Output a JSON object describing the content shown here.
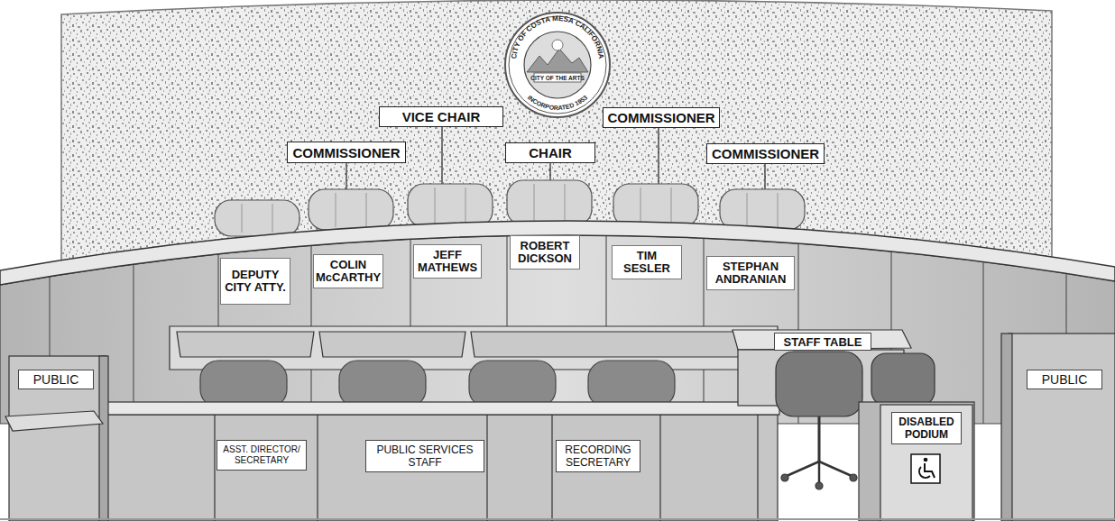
{
  "diagram": {
    "nodes": [
      {
        "text": [
          "COMMISSIONER"
        ]
      },
      {
        "text": [
          "VICE CHAIR"
        ]
      },
      {
        "text": [
          "CHAIR"
        ]
      },
      {
        "text": [
          "COMMISSIONER"
        ]
      },
      {
        "text": [
          "COMMISSIONER"
        ]
      },
      {
        "text": [
          "DEPUTY CITY ATTY."
        ]
      },
      {
        "text": [
          "COLIN McCARTHY"
        ]
      },
      {
        "text": [
          "JEFF MATHEWS"
        ]
      },
      {
        "text": [
          "ROBERT DICKSON"
        ]
      },
      {
        "text": [
          "TIM SESLER"
        ]
      },
      {
        "text": [
          "STEPHAN ANDRANIAN"
        ]
      },
      {
        "text": [
          "PUBLIC"
        ]
      },
      {
        "text": [
          "STAFF TABLE"
        ]
      },
      {
        "text": [
          "PUBLIC"
        ]
      },
      {
        "text": [
          "ASST. DIRECTOR/ SECRETARY"
        ]
      },
      {
        "text": [
          "PUBLIC SERVICES STAFF"
        ]
      },
      {
        "text": [
          "RECORDING SECRETARY"
        ]
      },
      {
        "text": [
          "DISABLED PODIUM"
        ]
      }
    ],
    "labels": [
      "CITY OF COSTA MESA CALIFORNIA",
      "INCORPORATED 1953",
      "CITY OF THE ARTS"
    ]
  }
}
